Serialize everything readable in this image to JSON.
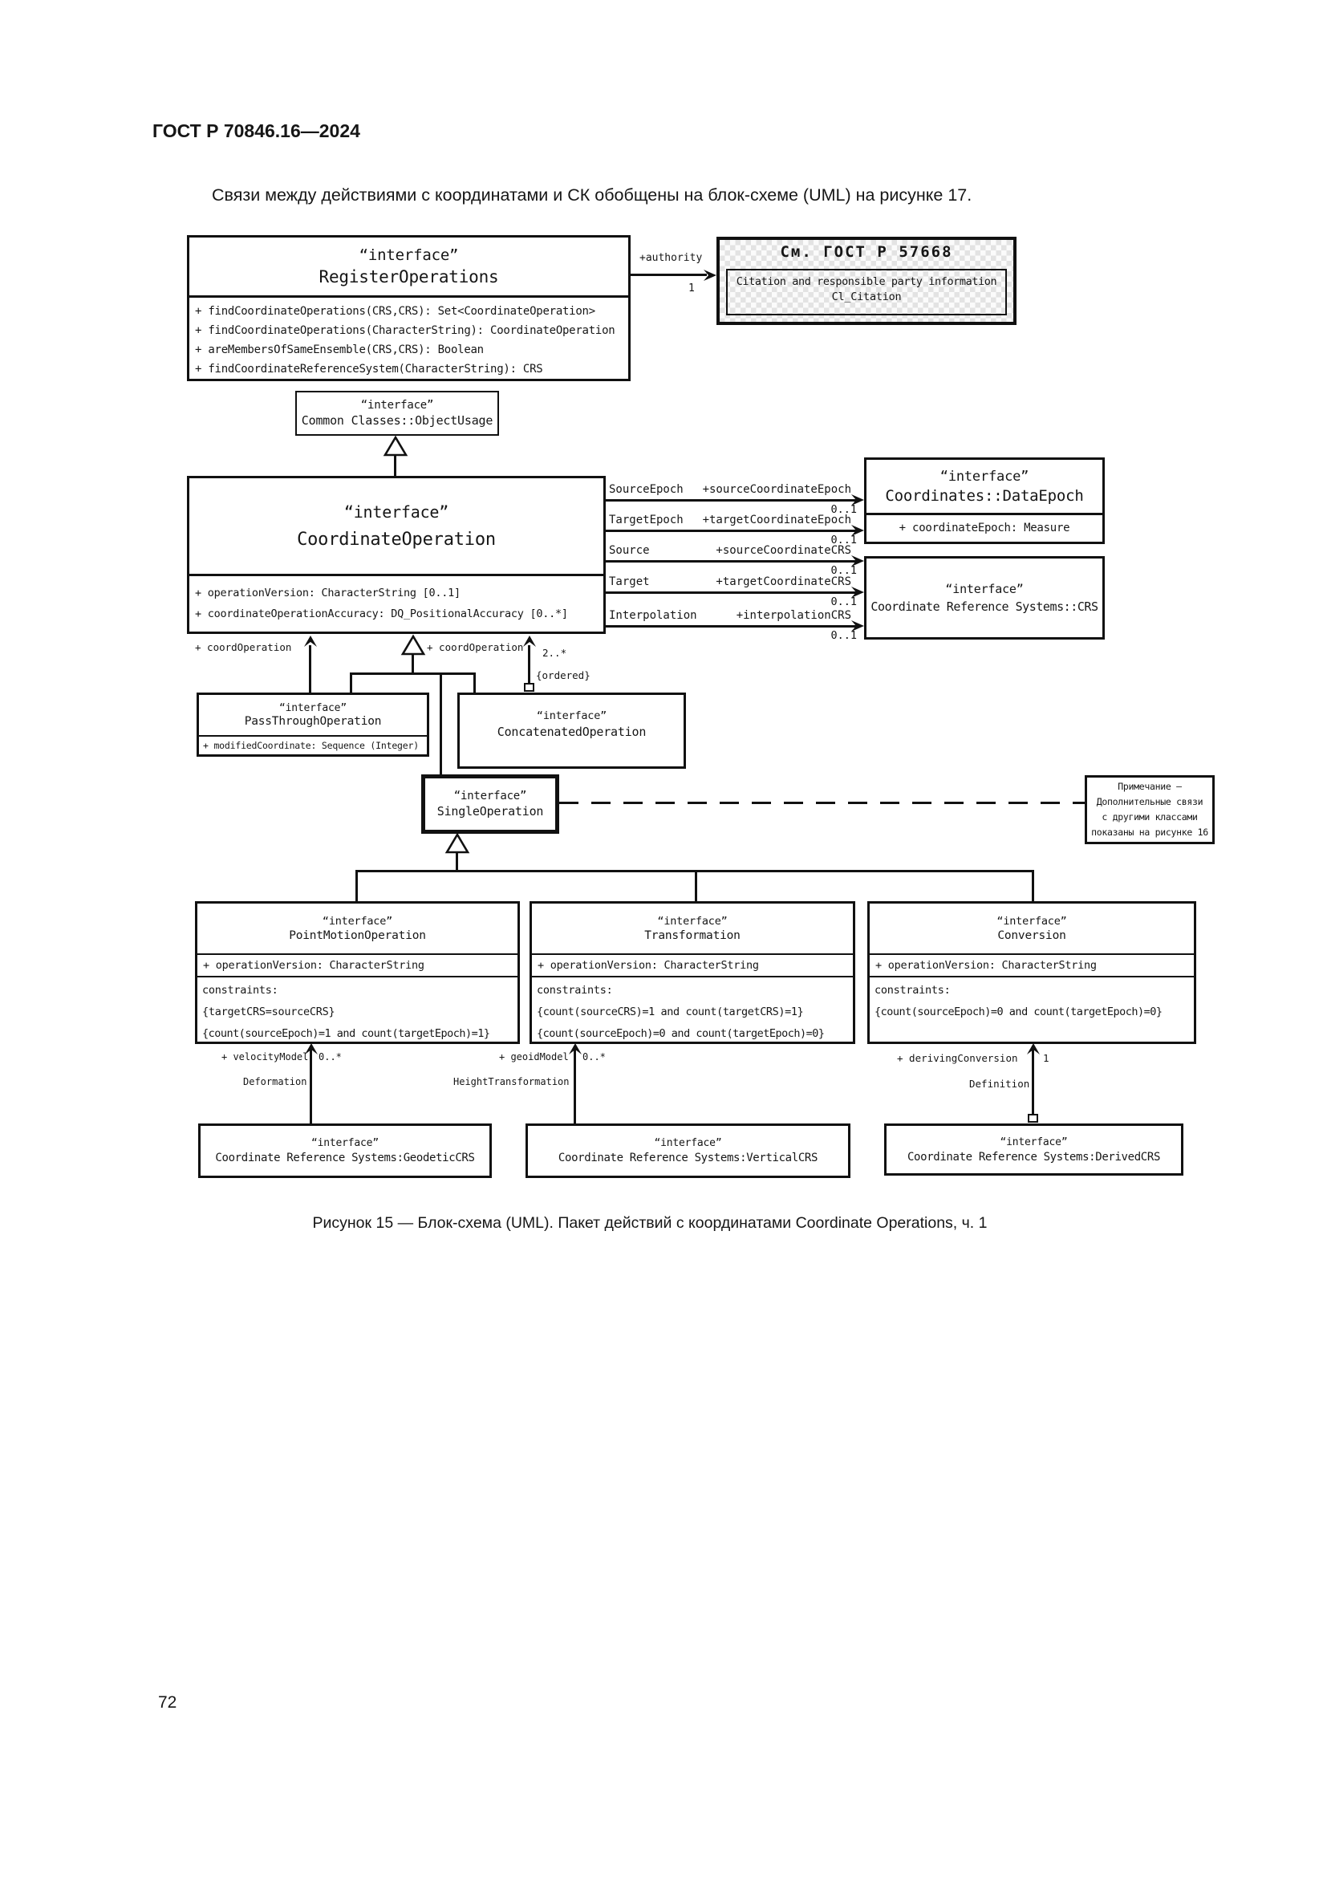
{
  "page": {
    "header": "ГОСТ Р 70846.16—2024",
    "intro": "Связи между действиями с координатами и СК обобщены на блок-схеме (UML) на рисунке 17.",
    "caption": "Рисунок 15 — Блок-схема (UML). Пакет действий с координатами Coordinate Operations, ч. 1",
    "page_number": "72"
  },
  "colors": {
    "ink": "#111111",
    "paper": "#ffffff",
    "hatch": "#e3e3e3"
  },
  "diagram": {
    "stereotype": "“interface”",
    "register_operations": {
      "name": "RegisterOperations",
      "operations": [
        "+ findCoordinateOperations(CRS,CRS): Set<CoordinateOperation>",
        "+ findCoordinateOperations(CharacterString): CoordinateOperation",
        "+ areMembersOfSameEnsemble(CRS,CRS): Boolean",
        "+ findCoordinateReferenceSystem(CharacterString): CRS"
      ]
    },
    "authority": {
      "role": "+authority",
      "mult": "1"
    },
    "gost_ref": {
      "title": "См. ГОСТ Р 57668",
      "inner_line1": "Citation and responsible party information",
      "inner_line2": "Cl_Citation"
    },
    "object_usage": {
      "name": "Common Classes::ObjectUsage"
    },
    "coordinate_operation": {
      "name": "CoordinateOperation",
      "attributes": [
        "+ operationVersion: CharacterString [0..1]",
        "+ coordinateOperationAccuracy: DQ_PositionalAccuracy [0..*]"
      ]
    },
    "assoc_rows": [
      {
        "name": "SourceEpoch",
        "role": "+sourceCoordinateEpoch",
        "mult": "0..1"
      },
      {
        "name": "TargetEpoch",
        "role": "+targetCoordinateEpoch",
        "mult": "0..1"
      },
      {
        "name": "Source",
        "role": "+sourceCoordinateCRS",
        "mult": "0..1"
      },
      {
        "name": "Target",
        "role": "+targetCoordinateCRS",
        "mult": "0..1"
      },
      {
        "name": "Interpolation",
        "role": "+interpolationCRS",
        "mult": "0..1"
      }
    ],
    "data_epoch": {
      "name": "Coordinates::DataEpoch",
      "attributes": [
        "+ coordinateEpoch: Measure"
      ]
    },
    "crs": {
      "name": "Coordinate Reference Systems::CRS"
    },
    "coord_op_left": {
      "role": "+ coordOperation"
    },
    "coord_op_right": {
      "role": "+ coordOperation",
      "mult": "2..*",
      "constraint": "{ordered}"
    },
    "pass_through": {
      "name": "PassThroughOperation",
      "attributes": [
        "+ modifiedCoordinate: Sequence (Integer)"
      ]
    },
    "concatenated": {
      "name": "ConcatenatedOperation"
    },
    "single_operation": {
      "name": "SingleOperation"
    },
    "note": {
      "lines": [
        "Примечание —",
        "Дополнительные связи",
        "с другими классами",
        "показаны на рисунке 16"
      ]
    },
    "point_motion": {
      "name": "PointMotionOperation",
      "attributes": [
        "+ operationVersion: CharacterString"
      ],
      "constraints": [
        "constraints:",
        "{targetCRS=sourceCRS}",
        "{count(sourceEpoch)=1 and count(targetEpoch)=1}"
      ]
    },
    "transformation": {
      "name": "Transformation",
      "attributes": [
        "+ operationVersion: CharacterString"
      ],
      "constraints": [
        "constraints:",
        "{count(sourceCRS)=1 and count(targetCRS)=1}",
        "{count(sourceEpoch)=0 and count(targetEpoch)=0}"
      ]
    },
    "conversion": {
      "name": "Conversion",
      "attributes": [
        "+ operationVersion: CharacterString"
      ],
      "constraints": [
        "constraints:",
        "{count(sourceEpoch)=0 and count(targetEpoch)=0}"
      ]
    },
    "deformation": {
      "role": "+ velocityModel",
      "mult": "0..*",
      "name": "Deformation"
    },
    "height_transformation": {
      "role": "+ geoidModel",
      "mult": "0..*",
      "name": "HeightTransformation"
    },
    "definition": {
      "role": "+ derivingConversion",
      "mult": "1",
      "name": "Definition"
    },
    "geodetic_crs": {
      "name": "Coordinate Reference Systems:GeodeticCRS"
    },
    "vertical_crs": {
      "name": "Coordinate Reference Systems:VerticalCRS"
    },
    "derived_crs": {
      "name": "Coordinate Reference Systems:DerivedCRS"
    }
  }
}
